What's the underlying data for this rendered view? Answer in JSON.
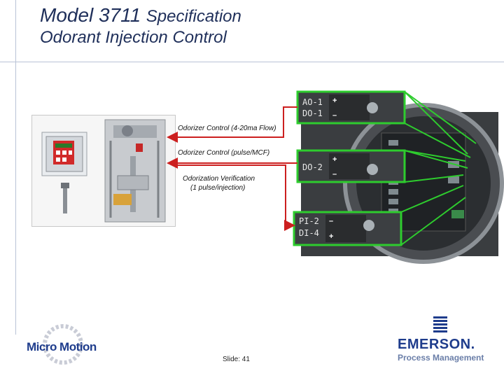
{
  "title": {
    "line1_model": "Model 3711",
    "line1_rest": "Specification",
    "line2": "Odorant Injection Control"
  },
  "labels": {
    "odorizer_flow": "Odorizer Control (4-20ma Flow)",
    "odorizer_pulse": "Odorizer Control (pulse/MCF)",
    "verification_line1": "Odorization Verification",
    "verification_line2": "(1 pulse/injection)"
  },
  "terminals": {
    "block1_line1": "AO-1",
    "block1_line2": "DO-1",
    "block2": "DO-2",
    "block3_line1": "PI-2",
    "block3_line2": "DI-4"
  },
  "footer": {
    "slide": "Slide: 41",
    "left_logo": "Micro Motion",
    "right_logo": "EMERSON.",
    "right_logo_sub": "Process Management"
  },
  "colors": {
    "title": "#1f2f5a",
    "arrow": "#cc1f1f",
    "terminal_outline": "#2ecc2e",
    "brand_blue": "#1e3c8c"
  }
}
